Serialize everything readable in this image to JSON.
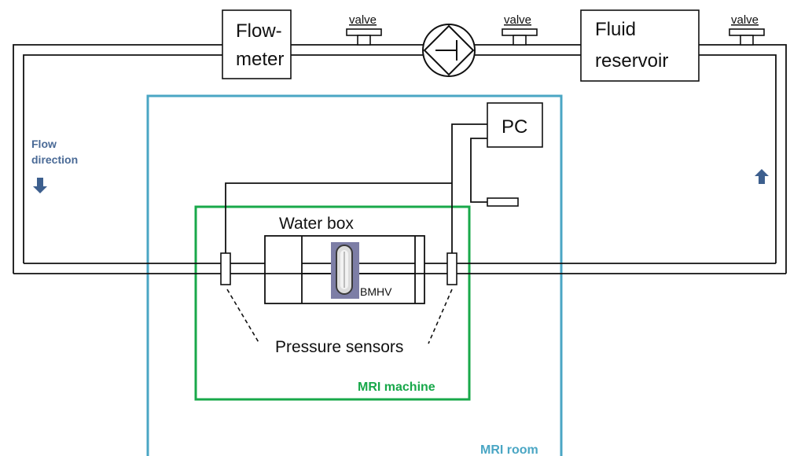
{
  "components": {
    "flowmeter": {
      "line1": "Flow-",
      "line2": "meter"
    },
    "reservoir": {
      "line1": "Fluid",
      "line2": "reservoir"
    },
    "pc": "PC",
    "water_box": "Water box",
    "valve": "BMHV"
  },
  "valves": [
    "valve",
    "valve",
    "valve"
  ],
  "flow_direction": {
    "line1": "Flow",
    "line2": "direction"
  },
  "pressure_sensors": "Pressure sensors",
  "mri_machine": "MRI machine",
  "mri_room": "MRI room",
  "colors": {
    "mri_machine": "#18a84a",
    "mri_room": "#4aa6c4",
    "arrow": "#3d5f8e",
    "line": "#111111"
  }
}
